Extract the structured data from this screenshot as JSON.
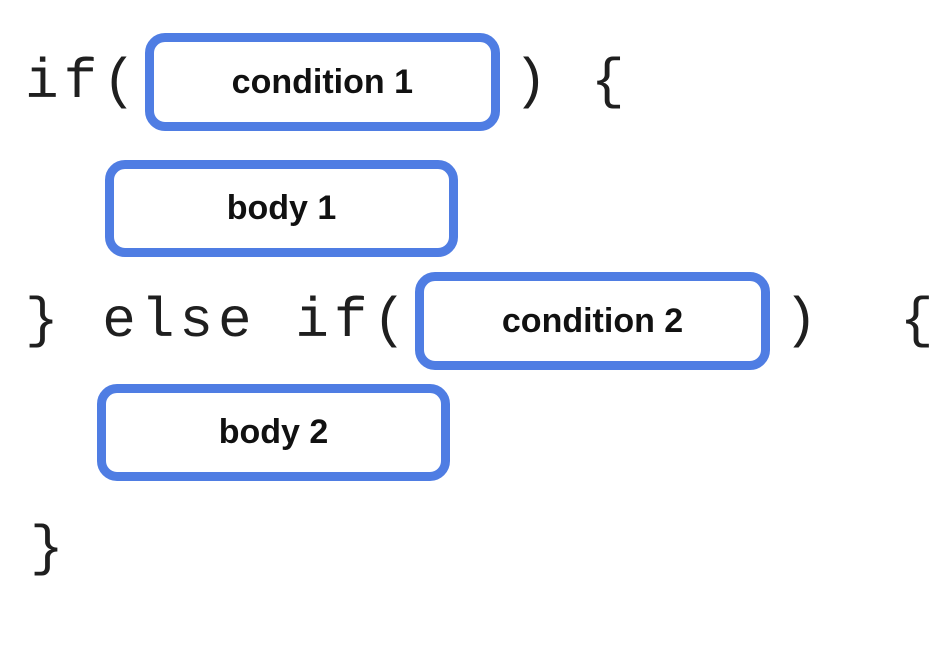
{
  "diagram": {
    "accent_color": "#4f7de3",
    "code_color": "#1f1f1f",
    "label_color": "#111111",
    "lines": [
      {
        "pre": "if(",
        "slot": "condition 1",
        "post": ") {"
      },
      {
        "slot": "body 1"
      },
      {
        "pre": "} else if(",
        "slot": "condition 2",
        "post": ")  {"
      },
      {
        "slot": "body 2"
      },
      {
        "code": "}"
      }
    ]
  }
}
